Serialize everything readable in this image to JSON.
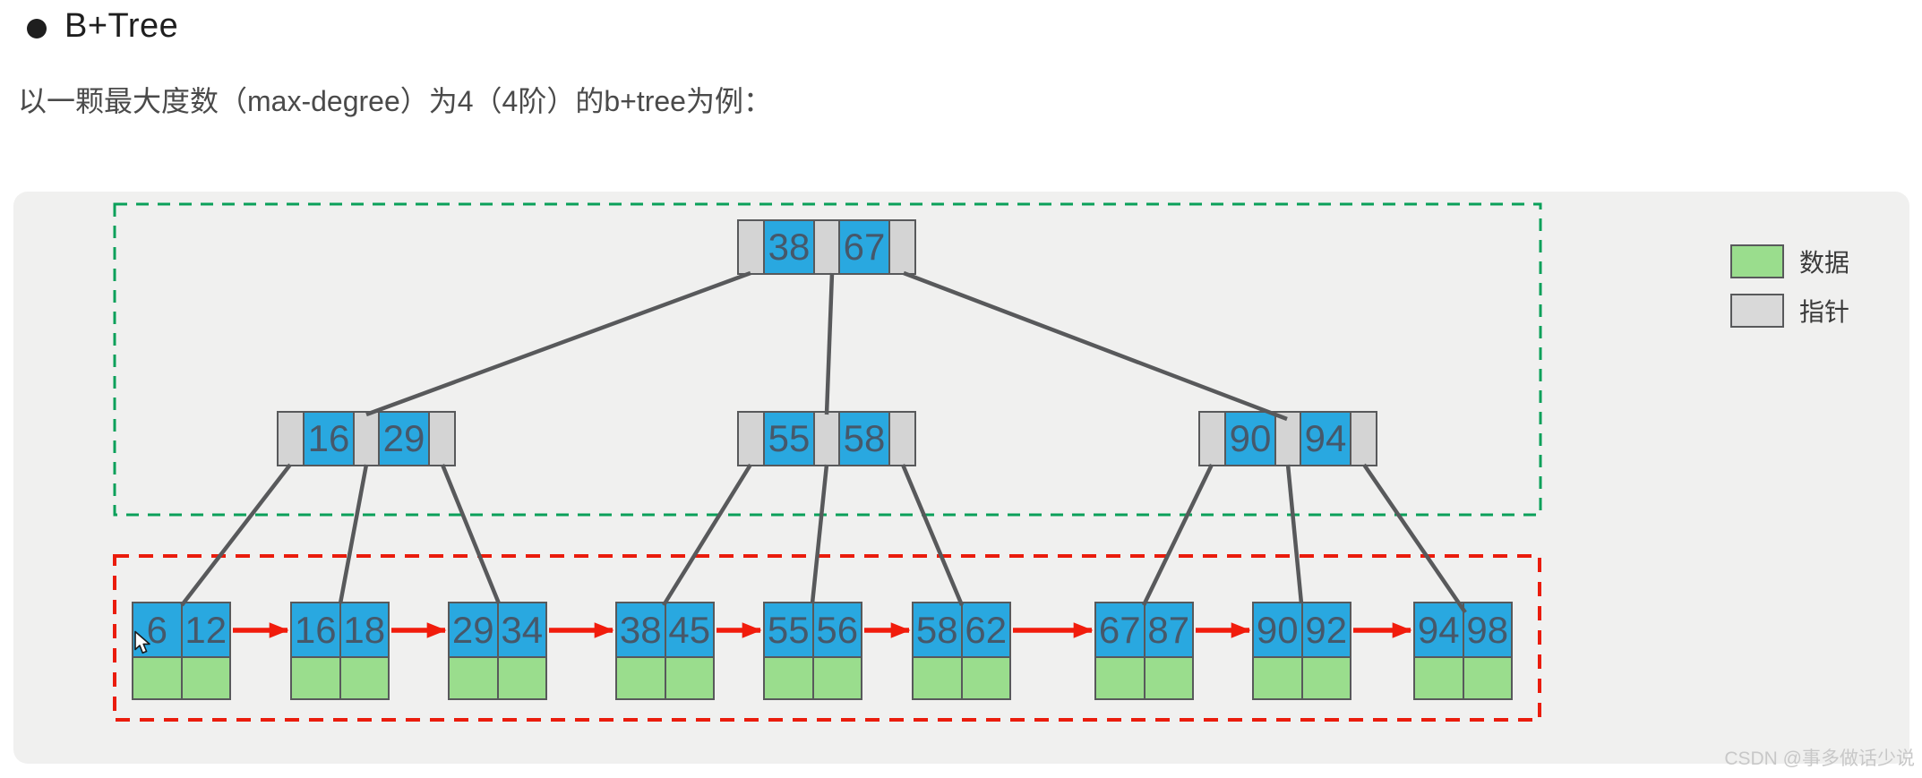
{
  "header": {
    "title": "B+Tree",
    "subtitle": "以一颗最大度数（max-degree）为4（4阶）的b+tree为例："
  },
  "legend": {
    "items": [
      {
        "name": "data",
        "label": "数据",
        "color": "#9add8d"
      },
      {
        "name": "pointer",
        "label": "指针",
        "color": "#d9d9d9"
      }
    ]
  },
  "tree": {
    "max_degree": "4",
    "root": {
      "keys": [
        "38",
        "67"
      ]
    },
    "internal": [
      {
        "keys": [
          "16",
          "29"
        ]
      },
      {
        "keys": [
          "55",
          "58"
        ]
      },
      {
        "keys": [
          "90",
          "94"
        ]
      }
    ],
    "leaves": [
      {
        "keys": [
          "6",
          "12"
        ]
      },
      {
        "keys": [
          "16",
          "18"
        ]
      },
      {
        "keys": [
          "29",
          "34"
        ]
      },
      {
        "keys": [
          "38",
          "45"
        ]
      },
      {
        "keys": [
          "55",
          "56"
        ]
      },
      {
        "keys": [
          "58",
          "62"
        ]
      },
      {
        "keys": [
          "67",
          "87"
        ]
      },
      {
        "keys": [
          "90",
          "92"
        ]
      },
      {
        "keys": [
          "94",
          "98"
        ]
      }
    ]
  },
  "colors": {
    "key_cell": "#29a8e0",
    "data_cell": "#9add8d",
    "pointer_cell": "#d4d4d4",
    "cell_border": "#58595b",
    "edge_line": "#58595b",
    "leaf_link_arrow": "#f11c0c",
    "internal_region_border": "#0aa05a",
    "leaf_region_border": "#ea1c0c",
    "panel_background": "#f0f0ef"
  },
  "watermark": "CSDN @事多做话少说"
}
